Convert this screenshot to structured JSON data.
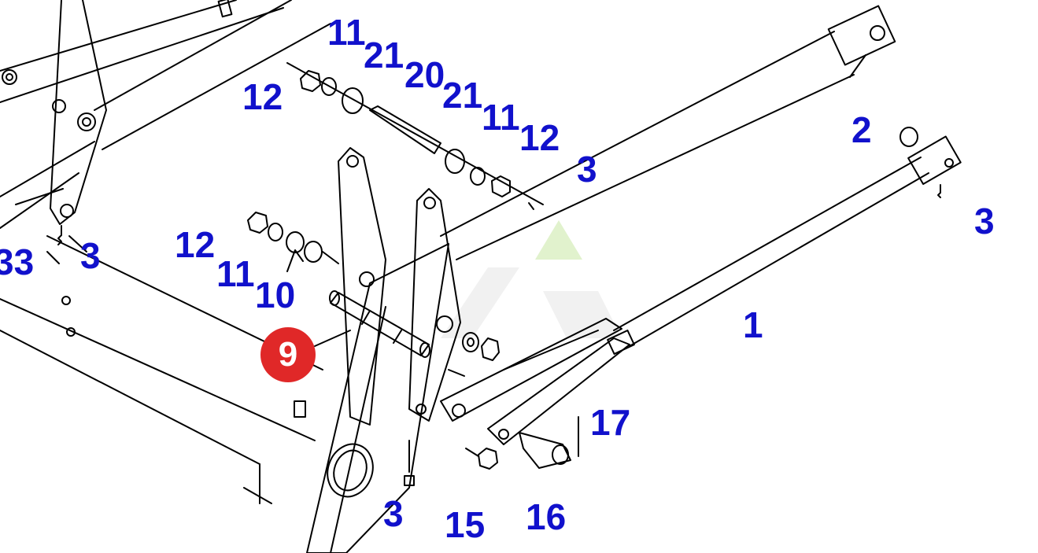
{
  "diagram": {
    "colors": {
      "label": "#1111cc",
      "highlight": "#e02828",
      "line": "#000000",
      "watermark": "#c9e8a6"
    },
    "labels": {
      "p1": "1",
      "p2": "2",
      "p3a": "3",
      "p3b": "3",
      "p3c": "3",
      "p3d": "3",
      "p3e": "33",
      "p9": "9",
      "p10": "10",
      "p11a": "11",
      "p11b": "11",
      "p11c": "11",
      "p12a": "12",
      "p12b": "12",
      "p12c": "12",
      "p15": "15",
      "p16": "16",
      "p17": "17",
      "p20": "20",
      "p21a": "21",
      "p21b": "21"
    },
    "highlighted_part": "9"
  }
}
